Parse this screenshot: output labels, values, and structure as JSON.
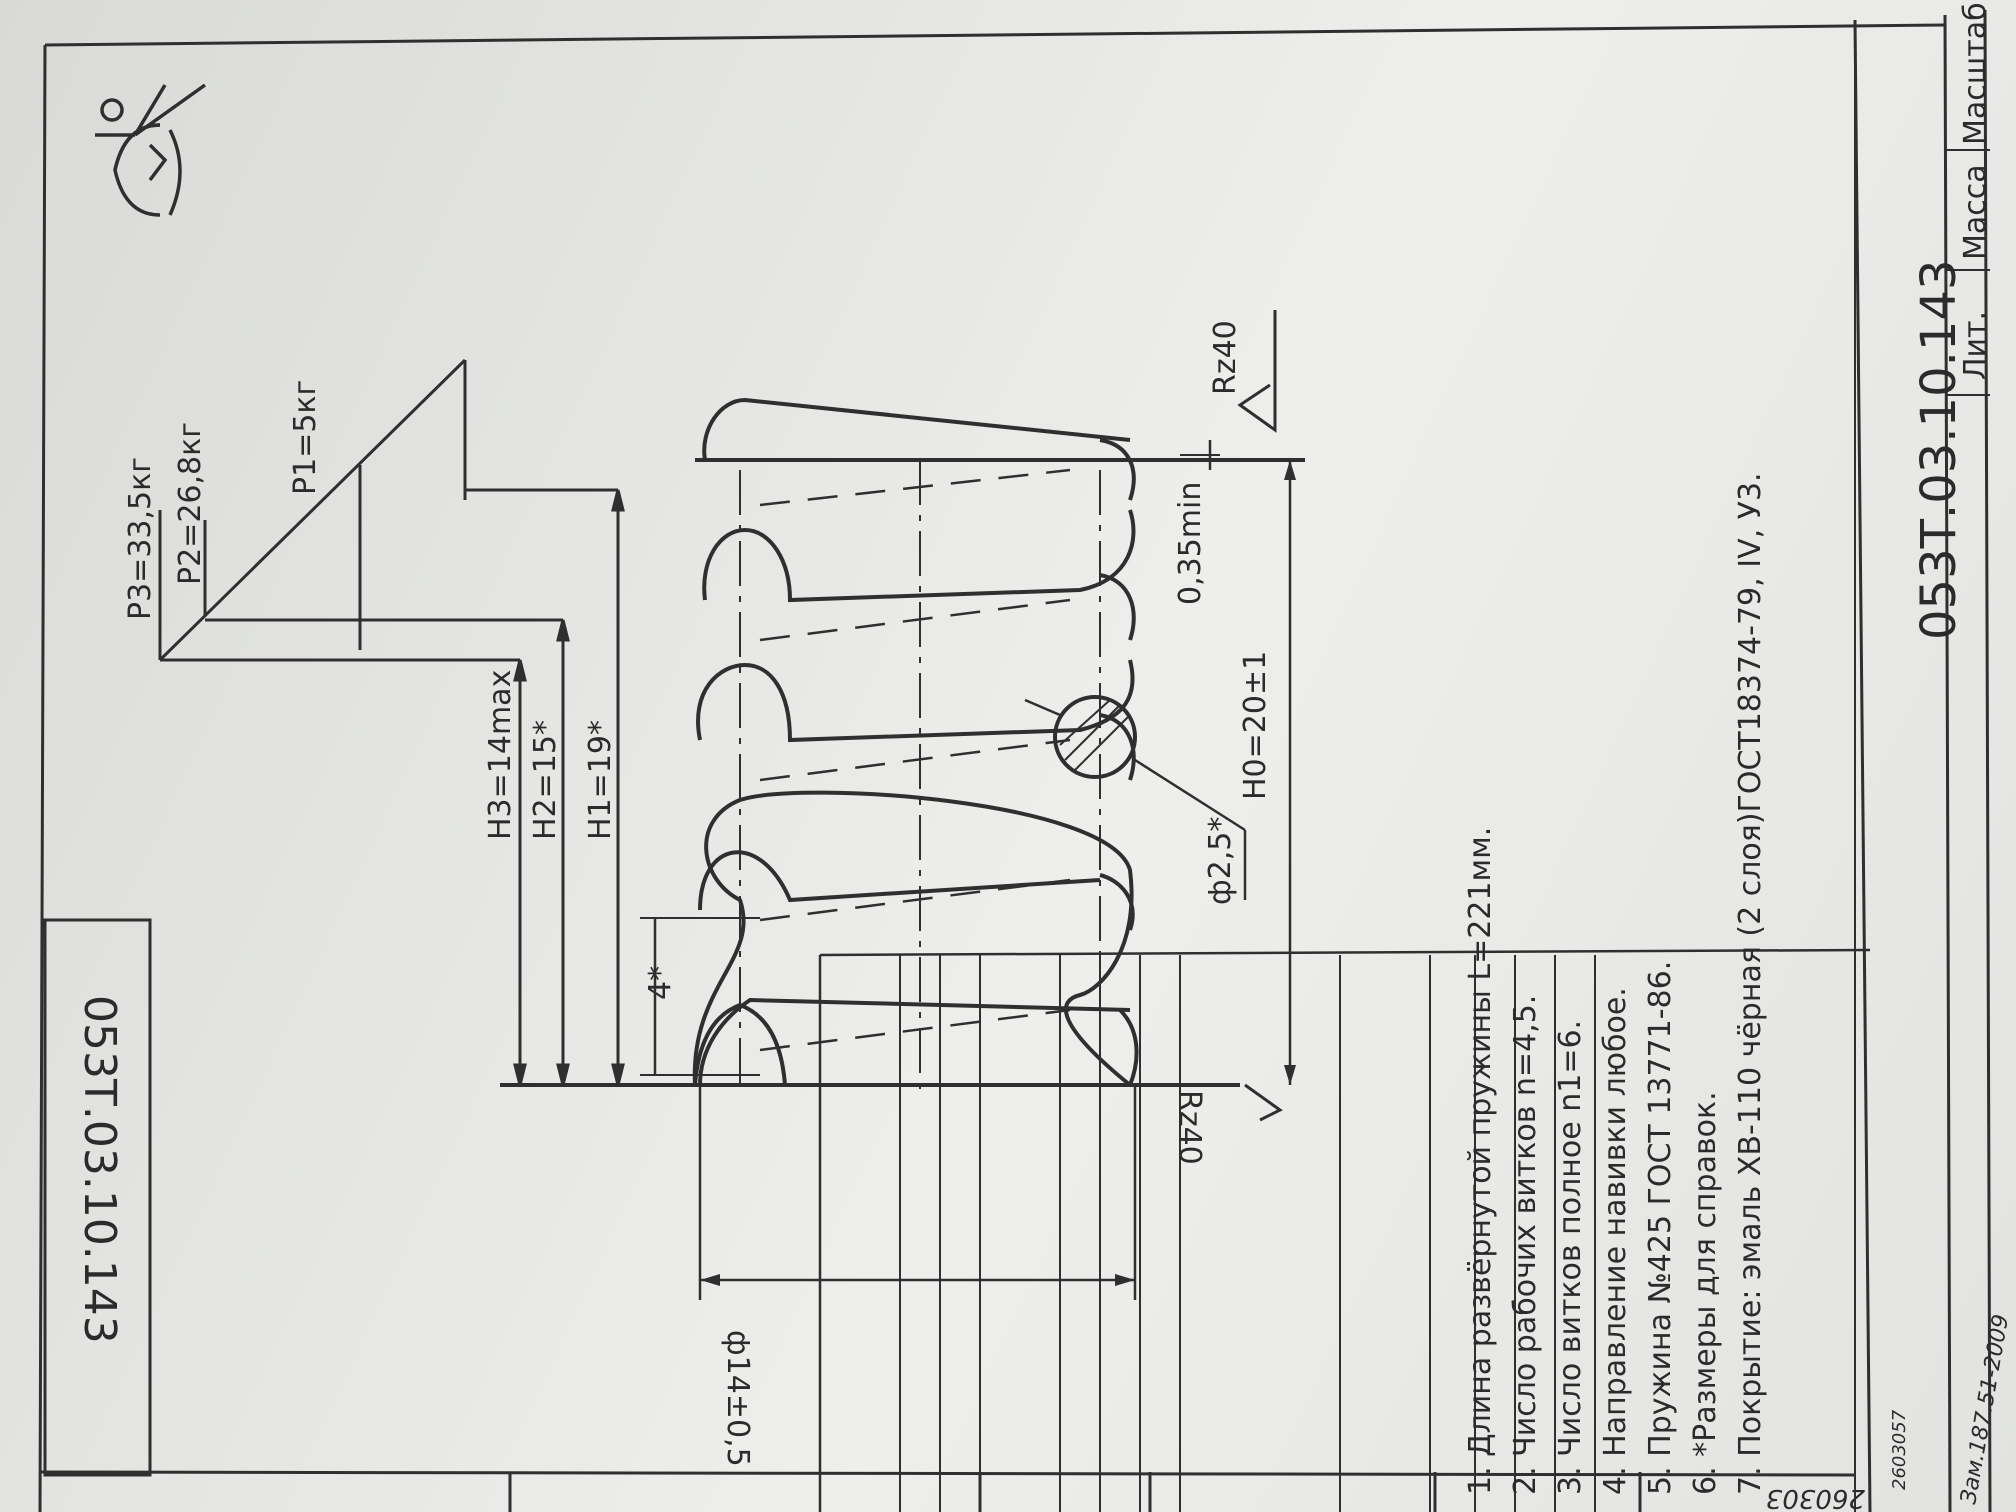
{
  "drawing": {
    "designation": "053Т.03.10.143",
    "designation_rotated": "053Т.03.10.143",
    "load_diagram": {
      "p1": "P1=5кг",
      "p2": "P2=26,8кг",
      "p3": "P3=33,5кг"
    },
    "dimensions": {
      "h3": "H3=14max",
      "h2": "H2=15*",
      "h1": "H1=19*",
      "h0": "H0=20±1",
      "pitch": "4*",
      "wire_diameter": "ф2,5*",
      "outer_diameter": "ф14±0,5",
      "gap": "0,35min",
      "roughness_right": "Rz40",
      "roughness_left": "Rz40"
    },
    "notes": [
      "1.  Длина развёрнутой пружины L=221мм.",
      "2.  Число рабочих витков n=4,5.",
      "3.  Число витков полное n1=6.",
      "4.  Направление навивки любое.",
      "5.  Пружина №425 ГОСТ 13771-86.",
      "6.  *Размеры для справок.",
      "7.  Покрытие: эмаль ХВ-110 чёрная (2 слоя)ГОСТ18374-79, IV, У3."
    ],
    "title_block": {
      "lit": "Лит.",
      "mass": "Масса",
      "scale": "Масштаб",
      "stamp_text": "Зам.187.51-2009",
      "stamp_number": "2603057",
      "margin_number": "260303"
    }
  }
}
